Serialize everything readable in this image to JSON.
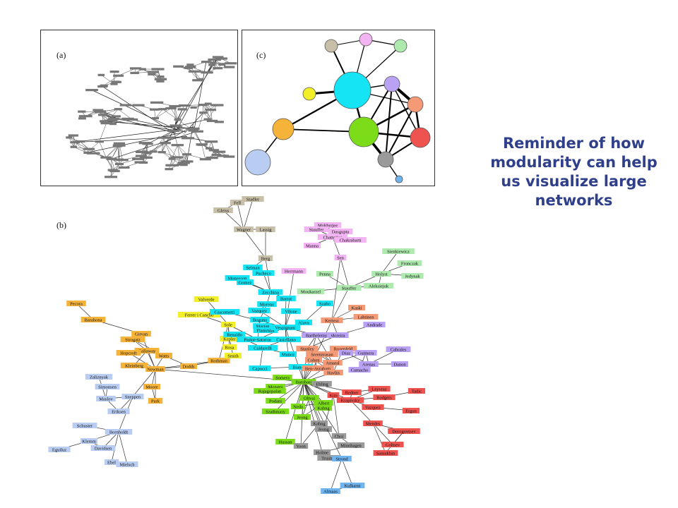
{
  "slide": {
    "reminder_text": "Reminder of how modularity can help us visualize large networks"
  },
  "panels": {
    "a": {
      "label": "(a)"
    },
    "b": {
      "label": "(b)"
    },
    "c": {
      "label": "(c)"
    }
  },
  "colors": {
    "orange": "#f6b33a",
    "lightblue": "#b9cdf3",
    "yellow": "#f2ef29",
    "cyan": "#14e4f4",
    "tan": "#c8bfa8",
    "pink": "#f3b4f3",
    "lightgreen": "#aeeaae",
    "salmon": "#f49a76",
    "purple": "#b9a2f3",
    "green": "#7ddc1a",
    "red": "#ef5350",
    "gray": "#9a9a9a",
    "blue": "#6fb3ef",
    "edge": "#333333",
    "reminder": "#2f3f8a"
  },
  "network": {
    "nodes": [
      {
        "id": "Pecora",
        "label": "Pecora",
        "group": "orange"
      },
      {
        "id": "Barahona",
        "label": "Barahona",
        "group": "orange"
      },
      {
        "id": "Girvan",
        "label": "Girvan",
        "group": "orange"
      },
      {
        "id": "Strogatz",
        "label": "Strogatz",
        "group": "orange"
      },
      {
        "id": "Callaway",
        "label": "Callaway",
        "group": "orange"
      },
      {
        "id": "Hopcroft",
        "label": "Hopcroft",
        "group": "orange"
      },
      {
        "id": "Watts",
        "label": "Watts",
        "group": "orange"
      },
      {
        "id": "Kleinberg",
        "label": "Kleinberg",
        "group": "orange"
      },
      {
        "id": "Newman",
        "label": "Newman",
        "group": "orange"
      },
      {
        "id": "Dodds",
        "label": "Dodds",
        "group": "orange"
      },
      {
        "id": "Moore",
        "label": "Moore",
        "group": "orange"
      },
      {
        "id": "Park",
        "label": "Park",
        "group": "orange"
      },
      {
        "id": "Rothman",
        "label": "Rothman",
        "group": "orange"
      },
      {
        "id": "Zalizniak",
        "label": "Zaliznyak",
        "group": "lightblue"
      },
      {
        "id": "Simonsen",
        "label": "Simonsen",
        "group": "lightblue"
      },
      {
        "id": "Maslov",
        "label": "Maslov",
        "group": "lightblue"
      },
      {
        "id": "Sneppen",
        "label": "Sneppen",
        "group": "lightblue"
      },
      {
        "id": "Eriksen",
        "label": "Eriksen",
        "group": "lightblue"
      },
      {
        "id": "Schuster",
        "label": "Schuster",
        "group": "lightblue"
      },
      {
        "id": "Bornholdt",
        "label": "Bornholdt",
        "group": "lightblue"
      },
      {
        "id": "Klemm",
        "label": "Klemm",
        "group": "lightblue"
      },
      {
        "id": "Davidsen",
        "label": "Davidsen",
        "group": "lightblue"
      },
      {
        "id": "Eguiluz",
        "label": "Eguiluz",
        "group": "lightblue"
      },
      {
        "id": "Ebel",
        "label": "Ebel",
        "group": "lightblue"
      },
      {
        "id": "Mielsch",
        "label": "Mielsch",
        "group": "lightblue"
      },
      {
        "id": "Valverde",
        "label": "Valverde",
        "group": "yellow"
      },
      {
        "id": "Ferrer",
        "label": "Ferrer i Cancho",
        "group": "yellow"
      },
      {
        "id": "Sole",
        "label": "Sole",
        "group": "yellow"
      },
      {
        "id": "Rosa",
        "label": "Rosa",
        "group": "yellow"
      },
      {
        "id": "Smith",
        "label": "Smith",
        "group": "yellow"
      },
      {
        "id": "Kepler",
        "label": "Kepler",
        "group": "yellow"
      },
      {
        "id": "Stadler",
        "label": "Stadler",
        "group": "tan"
      },
      {
        "id": "Fell",
        "label": "Fell",
        "group": "tan"
      },
      {
        "id": "Gleiss",
        "label": "Gleiss",
        "group": "tan"
      },
      {
        "id": "Wagner",
        "label": "Wagner",
        "group": "tan"
      },
      {
        "id": "Lassig",
        "label": "Lassig",
        "group": "tan"
      },
      {
        "id": "Berg",
        "label": "Berg",
        "group": "tan"
      },
      {
        "id": "Selman",
        "label": "Selman",
        "group": "cyan"
      },
      {
        "id": "Pacheco",
        "label": "Pacheco",
        "group": "cyan"
      },
      {
        "id": "Monasson",
        "label": "Monasson",
        "group": "cyan"
      },
      {
        "id": "Gomez",
        "label": "Gomez",
        "group": "cyan"
      },
      {
        "id": "Zecchina",
        "label": "Zecchina",
        "group": "cyan"
      },
      {
        "id": "Barrat",
        "label": "Barrat",
        "group": "cyan"
      },
      {
        "id": "Moreno",
        "label": "Moreno",
        "group": "cyan"
      },
      {
        "id": "Vazquez",
        "label": "Vazquez",
        "group": "cyan"
      },
      {
        "id": "Vilone",
        "label": "Vilone",
        "group": "cyan"
      },
      {
        "id": "Giacometti",
        "label": "Giacometti",
        "group": "cyan"
      },
      {
        "id": "Boguna",
        "label": "Boguna",
        "group": "cyan"
      },
      {
        "id": "Marian",
        "label": "Marian",
        "group": "cyan"
      },
      {
        "id": "Flammini",
        "label": "Flammini",
        "group": "cyan"
      },
      {
        "id": "Vespignani",
        "label": "Vespignani",
        "group": "cyan"
      },
      {
        "id": "Alava",
        "label": "Alava",
        "group": "cyan"
      },
      {
        "id": "Renaldo",
        "label": "Renaldo",
        "group": "cyan"
      },
      {
        "id": "PastorSatorras",
        "label": "Pastor-Satorras",
        "group": "cyan"
      },
      {
        "id": "Castellano",
        "label": "Castellano",
        "group": "cyan"
      },
      {
        "id": "Caldarelli",
        "label": "Caldarelli",
        "group": "cyan"
      },
      {
        "id": "Szabo",
        "label": "Szabo",
        "group": "cyan"
      },
      {
        "id": "Munoz",
        "label": "Munoz",
        "group": "cyan"
      },
      {
        "id": "Capocci",
        "label": "Capocci",
        "group": "cyan"
      },
      {
        "id": "Bianconi",
        "label": "Bianconi",
        "group": "cyan"
      },
      {
        "id": "Mukherjee",
        "label": "Mukherjee",
        "group": "pink"
      },
      {
        "id": "Stauffer2",
        "label": "Stauffer",
        "group": "pink"
      },
      {
        "id": "Dasgupta",
        "label": "Dasgupta",
        "group": "pink"
      },
      {
        "id": "Chatterjee",
        "label": "Chatterjee",
        "group": "pink"
      },
      {
        "id": "Chakrabarti",
        "label": "Chakrabarti",
        "group": "pink"
      },
      {
        "id": "Manna",
        "label": "Manna",
        "group": "pink"
      },
      {
        "id": "Sen",
        "label": "Sen",
        "group": "pink"
      },
      {
        "id": "Herrmann",
        "label": "Herrmann",
        "group": "pink"
      },
      {
        "id": "Sienkiewicz",
        "label": "Sienkiewicz",
        "group": "lightgreen"
      },
      {
        "id": "Fronczak",
        "label": "Fronczak",
        "group": "lightgreen"
      },
      {
        "id": "Jedynak",
        "label": "Jedynak",
        "group": "lightgreen"
      },
      {
        "id": "Holyst",
        "label": "Holyst",
        "group": "lightgreen"
      },
      {
        "id": "Penna",
        "label": "Penna",
        "group": "lightgreen"
      },
      {
        "id": "Aleksiejuk",
        "label": "Aleksiejuk",
        "group": "lightgreen"
      },
      {
        "id": "Stauffer",
        "label": "Stauffer",
        "group": "lightgreen"
      },
      {
        "id": "Moukarzel",
        "label": "Moukarzel",
        "group": "lightgreen"
      },
      {
        "id": "Kaski",
        "label": "Kaski",
        "group": "salmon"
      },
      {
        "id": "Kertesz",
        "label": "Kertesz",
        "group": "salmon"
      },
      {
        "id": "Lahtinen",
        "label": "Lahtinen",
        "group": "salmon"
      },
      {
        "id": "Rozenfeld",
        "label": "Rozenfeld",
        "group": "salmon"
      },
      {
        "id": "Cohen",
        "label": "Cohen",
        "group": "salmon"
      },
      {
        "id": "BenAvraham",
        "label": "Ben-Avraham",
        "group": "salmon"
      },
      {
        "id": "Havlin",
        "label": "Havlin",
        "group": "salmon"
      },
      {
        "id": "Stanley",
        "label": "Stanley",
        "group": "salmon"
      },
      {
        "id": "Amaral",
        "label": "Amaral",
        "group": "salmon"
      },
      {
        "id": "Sreenivasan",
        "label": "Sreenivasan",
        "group": "salmon"
      },
      {
        "id": "Andrade",
        "label": "Andrade",
        "group": "purple"
      },
      {
        "id": "Moreira",
        "label": "Moreira",
        "group": "purple"
      },
      {
        "id": "Barthelemy",
        "label": "Barthelemy",
        "group": "purple"
      },
      {
        "id": "Cabrales",
        "label": "Cabrales",
        "group": "purple"
      },
      {
        "id": "Guimera",
        "label": "Guimera",
        "group": "purple"
      },
      {
        "id": "Arenas",
        "label": "Arenas",
        "group": "purple"
      },
      {
        "id": "Danon",
        "label": "Danon",
        "group": "purple"
      },
      {
        "id": "Camacho",
        "label": "Camacho",
        "group": "purple"
      },
      {
        "id": "Diaz",
        "label": "Diaz",
        "group": "purple"
      },
      {
        "id": "Somera",
        "label": "Somera",
        "group": "green"
      },
      {
        "id": "Mongru",
        "label": "Mongru",
        "group": "green"
      },
      {
        "id": "Rajagopalan",
        "label": "Rajagopalan",
        "group": "green"
      },
      {
        "id": "Podani",
        "label": "Podani",
        "group": "green"
      },
      {
        "id": "Szathmary",
        "label": "Szathmary",
        "group": "green"
      },
      {
        "id": "Neda",
        "label": "Neda",
        "group": "green"
      },
      {
        "id": "Albert",
        "label": "Albert",
        "group": "green"
      },
      {
        "id": "Kahng",
        "label": "Kahng",
        "group": "green"
      },
      {
        "id": "Jeong",
        "label": "Jeong",
        "group": "green"
      },
      {
        "id": "Oltvai",
        "label": "Oltvai",
        "group": "green"
      },
      {
        "id": "Barabasi",
        "label": "Barabasi",
        "group": "green"
      },
      {
        "id": "Hussan",
        "label": "Hussan",
        "group": "green"
      },
      {
        "id": "Redner",
        "label": "Redner",
        "group": "red"
      },
      {
        "id": "Leyvraz",
        "label": "Leyvraz",
        "group": "red"
      },
      {
        "id": "Tadic",
        "label": "Tadic",
        "group": "red"
      },
      {
        "id": "Rodgers",
        "label": "Rodgers",
        "group": "red"
      },
      {
        "id": "Krapivsky",
        "label": "Krapivsky",
        "group": "red"
      },
      {
        "id": "VazquezR",
        "label": "Vazquez",
        "group": "red"
      },
      {
        "id": "Ergun",
        "label": "Ergun",
        "group": "red"
      },
      {
        "id": "Mendes",
        "label": "Mendes",
        "group": "red"
      },
      {
        "id": "Dorogovtsev",
        "label": "Dorogovtsev",
        "group": "red"
      },
      {
        "id": "Goltsev",
        "label": "Goltsev",
        "group": "red"
      },
      {
        "id": "Samukhin",
        "label": "Samukhin",
        "group": "red"
      },
      {
        "id": "Kim",
        "label": "Kim",
        "group": "red"
      },
      {
        "id": "Ebling",
        "label": "Ebling",
        "group": "gray"
      },
      {
        "id": "Choi",
        "label": "Choi",
        "group": "gray"
      },
      {
        "id": "Yoon",
        "label": "Yoon",
        "group": "gray"
      },
      {
        "id": "Minnhagen",
        "label": "Minnhagen",
        "group": "gray"
      },
      {
        "id": "Holme",
        "label": "Holme",
        "group": "gray"
      },
      {
        "id": "Trusina",
        "label": "Trusina",
        "group": "gray"
      },
      {
        "id": "Kahng2",
        "label": "Kahng",
        "group": "gray"
      },
      {
        "id": "Jeong2",
        "label": "Jeong",
        "group": "gray"
      },
      {
        "id": "Strond",
        "label": "Strond",
        "group": "blue"
      },
      {
        "id": "Kulkarni",
        "label": "Kulkarni",
        "group": "blue"
      },
      {
        "id": "Almaas",
        "label": "Almaas",
        "group": "blue"
      }
    ]
  }
}
